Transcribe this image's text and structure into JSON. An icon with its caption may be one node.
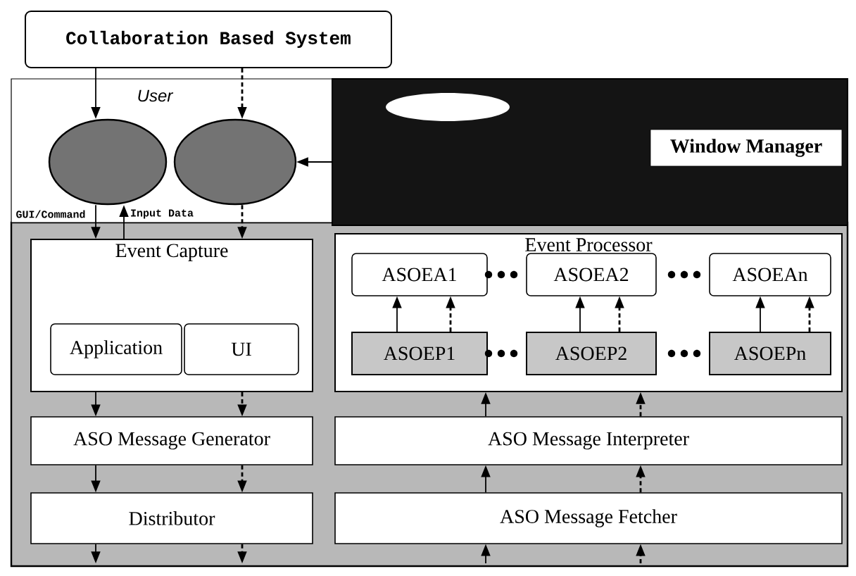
{
  "diagram": {
    "nodes": [
      {
        "text": [
          "Collaboration Based System"
        ]
      },
      {
        "text": [],
        "shape": "ellipse"
      },
      {
        "text": [],
        "shape": "ellipse"
      },
      {
        "text": [],
        "shape": "box"
      },
      {
        "text": [
          "Window Manager"
        ],
        "in": 3
      },
      {
        "text": [
          "Event Capture"
        ]
      },
      {
        "text": [
          "Application"
        ],
        "in": 5
      },
      {
        "text": [
          "UI"
        ],
        "in": 5
      },
      {
        "text": [
          "ASO Message Generator"
        ]
      },
      {
        "text": [
          "Distributor"
        ]
      },
      {
        "text": [
          "Event Processor"
        ]
      },
      {
        "text": [
          "ASOEA1"
        ],
        "in": 10
      },
      {
        "text": [
          "ASOEA2"
        ],
        "in": 10
      },
      {
        "text": [
          "ASOEAn"
        ],
        "in": 10
      },
      {
        "text": [
          "ASOEP1"
        ],
        "in": 10
      },
      {
        "text": [
          "ASOEP2"
        ],
        "in": 10
      },
      {
        "text": [
          "ASOEPn"
        ],
        "in": 10
      },
      {
        "text": [
          "ASO Message Interpreter"
        ]
      },
      {
        "text": [
          "ASO Message Fetcher"
        ]
      }
    ],
    "edges": [
      {
        "from": 0,
        "to": 1,
        "arrow": "to"
      },
      {
        "from": 0,
        "to": 2,
        "arrow": "to",
        "style": "dashed"
      },
      {
        "from": 3,
        "to": 2,
        "arrow": "to"
      },
      {
        "from": 1,
        "to": 5,
        "arrow": "to",
        "label": "GUI/Command"
      },
      {
        "from": 5,
        "to": 1,
        "arrow": "to",
        "label": "Input Data"
      },
      {
        "from": 2,
        "to": 5,
        "arrow": "to",
        "style": "dashed"
      },
      {
        "from": 5,
        "to": 8,
        "arrow": "to"
      },
      {
        "from": 5,
        "to": 8,
        "arrow": "to",
        "style": "dashed"
      },
      {
        "from": 8,
        "to": 9,
        "arrow": "to"
      },
      {
        "from": 8,
        "to": 9,
        "arrow": "to",
        "style": "dashed"
      },
      {
        "from": 9,
        "to": null,
        "arrow": "to"
      },
      {
        "from": 9,
        "to": null,
        "arrow": "to",
        "style": "dashed"
      },
      {
        "from": null,
        "to": 18,
        "arrow": "to"
      },
      {
        "from": null,
        "to": 18,
        "arrow": "to",
        "style": "dashed"
      },
      {
        "from": 18,
        "to": 17,
        "arrow": "to"
      },
      {
        "from": 18,
        "to": 17,
        "arrow": "to",
        "style": "dashed"
      },
      {
        "from": 17,
        "to": 10,
        "arrow": "to"
      },
      {
        "from": 17,
        "to": 10,
        "arrow": "to",
        "style": "dashed"
      },
      {
        "from": 14,
        "to": 11,
        "arrow": "to"
      },
      {
        "from": 14,
        "to": 11,
        "arrow": "to",
        "style": "dashed"
      },
      {
        "from": 15,
        "to": 12,
        "arrow": "to"
      },
      {
        "from": 15,
        "to": 12,
        "arrow": "to",
        "style": "dashed"
      },
      {
        "from": 16,
        "to": 13,
        "arrow": "to"
      },
      {
        "from": 16,
        "to": 13,
        "arrow": "to",
        "style": "dashed"
      }
    ],
    "labels": [
      "User"
    ]
  }
}
